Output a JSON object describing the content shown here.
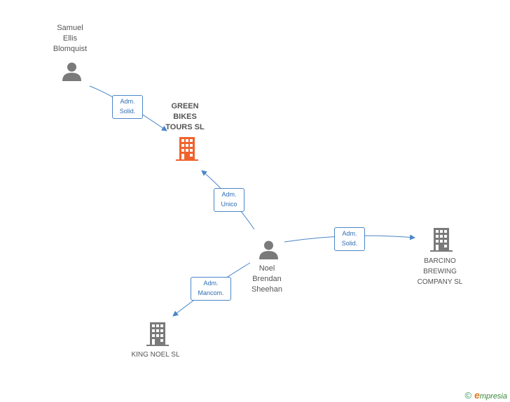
{
  "nodes": {
    "samuel": {
      "label": "Samuel\nEllis\nBlomquist"
    },
    "green_bikes": {
      "label": "GREEN\nBIKES\nTOURS SL"
    },
    "noel": {
      "label": "Noel\nBrendan\nSheehan"
    },
    "barcino": {
      "label": "BARCINO\nBREWING\nCOMPANY  SL"
    },
    "king_noel": {
      "label": "KING NOEL SL"
    }
  },
  "edges": {
    "samuel_green": {
      "label": "Adm.\nSolid."
    },
    "noel_green": {
      "label": "Adm.\nUnico"
    },
    "noel_barcino": {
      "label": "Adm.\nSolid."
    },
    "noel_king": {
      "label": "Adm.\nMancom."
    }
  },
  "colors": {
    "edge": "#4a86c8",
    "person": "#7a7a7a",
    "company": "#7a7a7a",
    "focus_company": "#f0622d"
  },
  "footer": {
    "copyright": "©",
    "brand_initial": "e",
    "brand_rest": "mpresia"
  }
}
